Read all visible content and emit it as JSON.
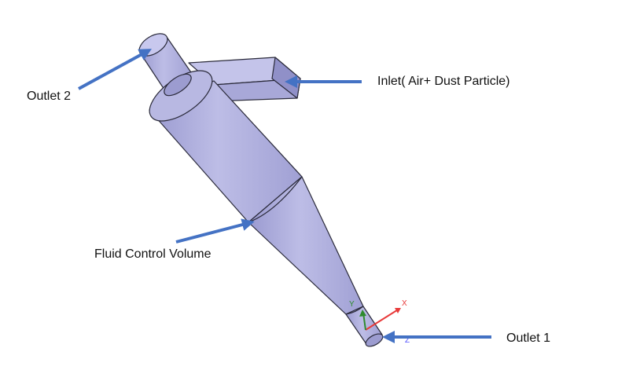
{
  "labels": {
    "outlet_2": "Outlet 2",
    "inlet": "Inlet( Air+ Dust Particle)",
    "fluid_control_volume": "Fluid Control Volume",
    "outlet_1": "Outlet 1"
  },
  "triad": {
    "x": "X",
    "y": "Y",
    "z": "Z"
  },
  "colors": {
    "body": "#b3b3dd",
    "body_dark": "#8c8cc0",
    "outline": "#2a2a3a",
    "arrow": "#4472c4",
    "axis_x": "#e83a3a",
    "axis_y": "#2e8b2e",
    "axis_z": "#5555ff"
  }
}
